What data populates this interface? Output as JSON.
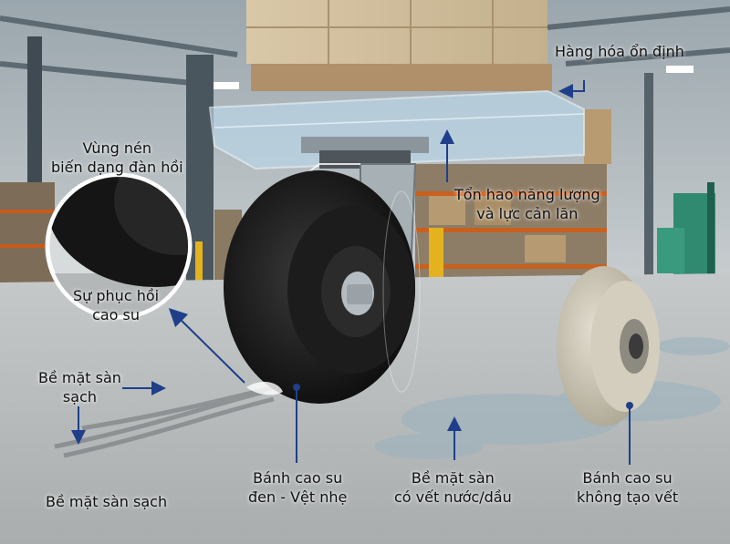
{
  "labels": {
    "stable_load": "Hàng hóa ổn định",
    "compression_zone": [
      "Vùng nén",
      "biến dạng đàn hồi"
    ],
    "energy_loss": [
      "Tổn hao năng lượng",
      "và lực cản lăn"
    ],
    "rubber_recovery": [
      "Sự phục hồi",
      "cao su"
    ],
    "clean_floor_side": [
      "Bề mặt sàn",
      "sạch"
    ],
    "clean_floor_bottom": "Bề mặt sàn sạch",
    "black_rubber_wheel": [
      "Bánh cao su",
      "đen - Vệt nhẹ"
    ],
    "wet_floor": [
      "Bề mặt sàn",
      "có vết nước/dầu"
    ],
    "non_marking_wheel": [
      "Bánh cao su",
      "không tạo vết"
    ]
  },
  "colors": {
    "arrow": "#1f3f8a",
    "black_wheel": "#1a1a1a",
    "grey_wheel": "#cfc9b6",
    "floor": "#b9bdbf",
    "pallet_glass": "#bcd8ea"
  }
}
